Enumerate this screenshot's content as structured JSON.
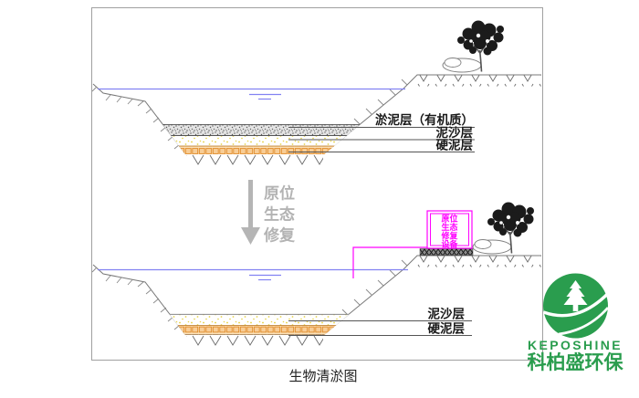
{
  "diagram": {
    "caption": "生物清淤图",
    "top_section": {
      "description": "before-treatment cross-section",
      "layer_labels": [
        "淤泥层（有机质）",
        "泥沙层",
        "硬泥层"
      ]
    },
    "bottom_section": {
      "description": "after-treatment cross-section",
      "layer_labels": [
        "泥沙层",
        "硬泥层"
      ]
    },
    "process_arrow": {
      "lines": [
        "原位",
        "生态",
        "修复"
      ]
    },
    "equipment_box": {
      "lines": [
        "原位",
        "生态",
        "修复",
        "设备"
      ]
    }
  },
  "logo": {
    "en": "KEPOSHINE",
    "zh": "科柏盛环保"
  },
  "colors": {
    "water_blue": "#8282f2",
    "magenta": "#ff00ff",
    "logo_green": "#2a9d4e",
    "arrow_gray": "#b5b5b5",
    "outline_gray": "#787878",
    "label_black": "#1a1a1a",
    "sand_yellow": "#e3cf3a",
    "brick_orange": "#e08a28"
  }
}
